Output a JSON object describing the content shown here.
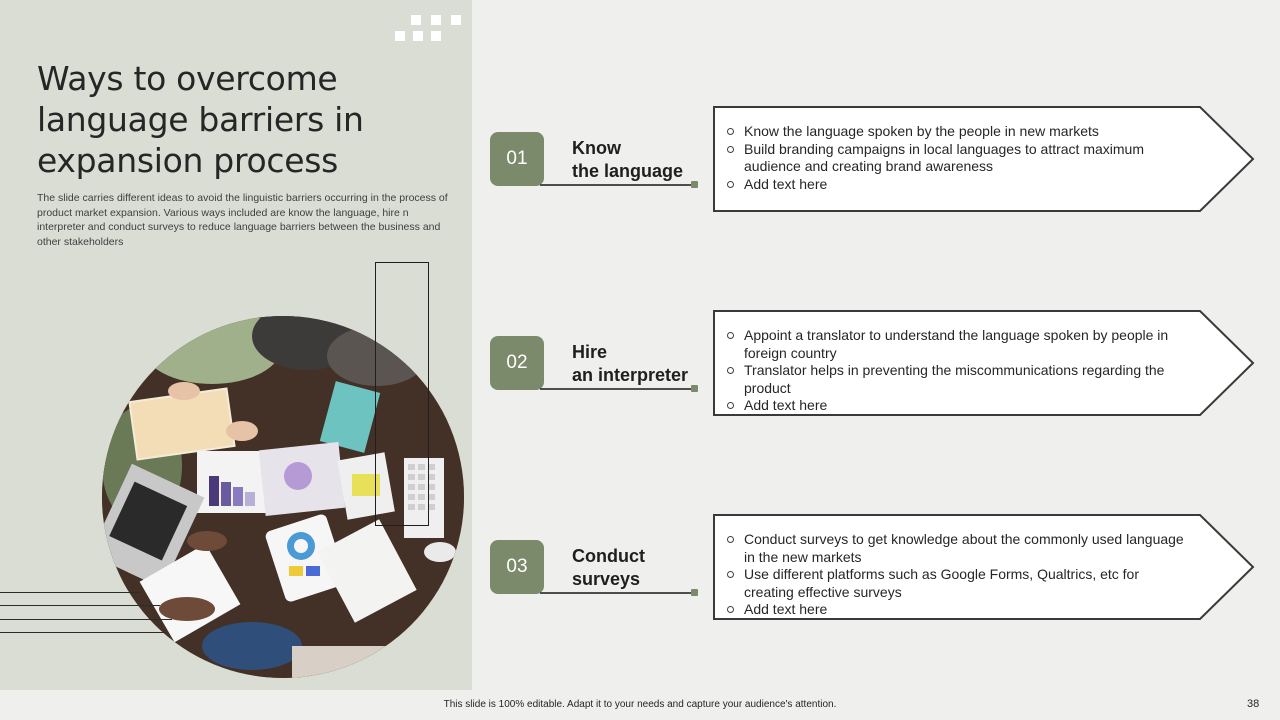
{
  "slide": {
    "title": "Ways to overcome language barriers in expansion process",
    "subtitle": "The slide carries different ideas to avoid the linguistic barriers occurring in the process of product market expansion. Various ways included are know the language, hire n interpreter and conduct surveys to reduce language barriers between the business and other stakeholders",
    "accent_color": "#7a8a6a",
    "left_panel_color": "#d9ddd4",
    "background_color": "#efefed"
  },
  "image": {
    "icon": "team-meeting-photo",
    "description_text": ""
  },
  "rows": [
    {
      "number": "01",
      "title_line1": "Know",
      "title_line2": "the language",
      "bullets": [
        "Know the language spoken by the people in new markets",
        "Build branding campaigns in local languages to attract maximum audience and creating brand awareness",
        "Add text here"
      ]
    },
    {
      "number": "02",
      "title_line1": "Hire",
      "title_line2": "an interpreter",
      "bullets": [
        "Appoint a translator to understand the language spoken by people in foreign country",
        "Translator helps in preventing the miscommunications regarding the product",
        "Add text here"
      ]
    },
    {
      "number": "03",
      "title_line1": "Conduct",
      "title_line2": "surveys",
      "bullets": [
        "Conduct surveys to get knowledge about the commonly used language in the new markets",
        "Use different platforms such as Google Forms, Qualtrics, etc for creating effective surveys",
        "Add text here"
      ]
    }
  ],
  "footer": {
    "note": "This slide is 100% editable. Adapt it to your needs and capture your audience's attention.",
    "page_number": "38"
  }
}
